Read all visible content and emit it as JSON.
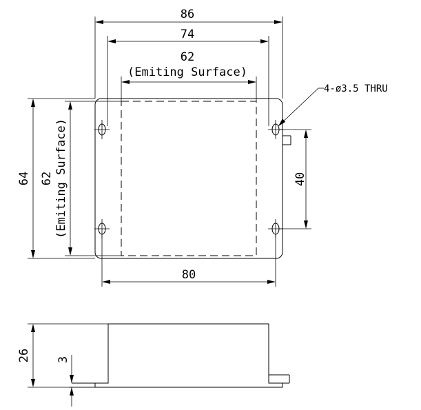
{
  "dimensions": {
    "overall_width": "86",
    "hole_spacing_width": "74",
    "emit_width": "62",
    "emit_width_note": "(Emiting Surface)",
    "hole_callout": "4-ø3.5 THRU",
    "overall_height": "64",
    "emit_height": "62",
    "emit_height_note": "(Emiting Surface)",
    "hole_spacing_height": "40",
    "body_width": "80",
    "thickness": "26",
    "flange_thickness": "3"
  }
}
